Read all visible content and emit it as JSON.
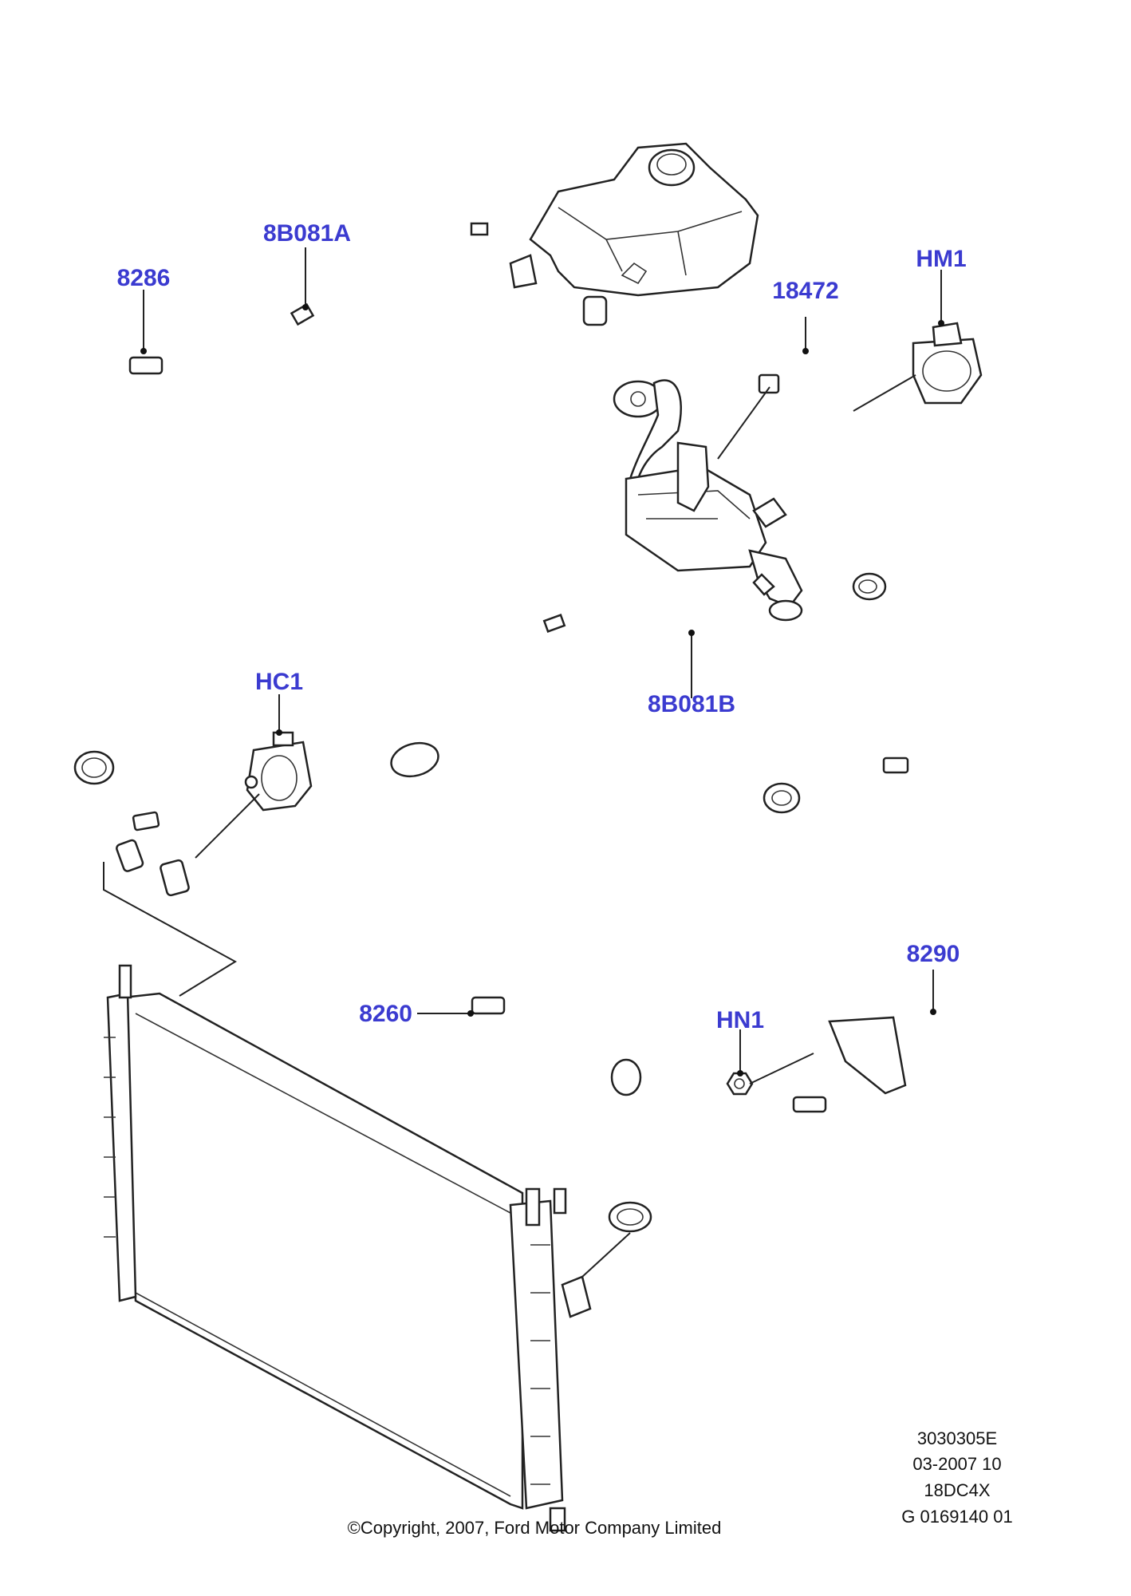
{
  "labels": {
    "p8286": "8286",
    "p8B081A": "8B081A",
    "p8B081B": "8B081B",
    "p18472": "18472",
    "pHM1": "HM1",
    "pHC1": "HC1",
    "p8260": "8260",
    "pHN1": "HN1",
    "p8290": "8290"
  },
  "footer": {
    "code": "3030305E",
    "date": "03-2007 10",
    "model": "18DC4X",
    "ref": "G 0169140 01",
    "copyright": "©Copyright, 2007, Ford Motor Company Limited"
  },
  "colors": {
    "label": "#3b3bd0",
    "line": "#222222",
    "background": "#ffffff"
  }
}
